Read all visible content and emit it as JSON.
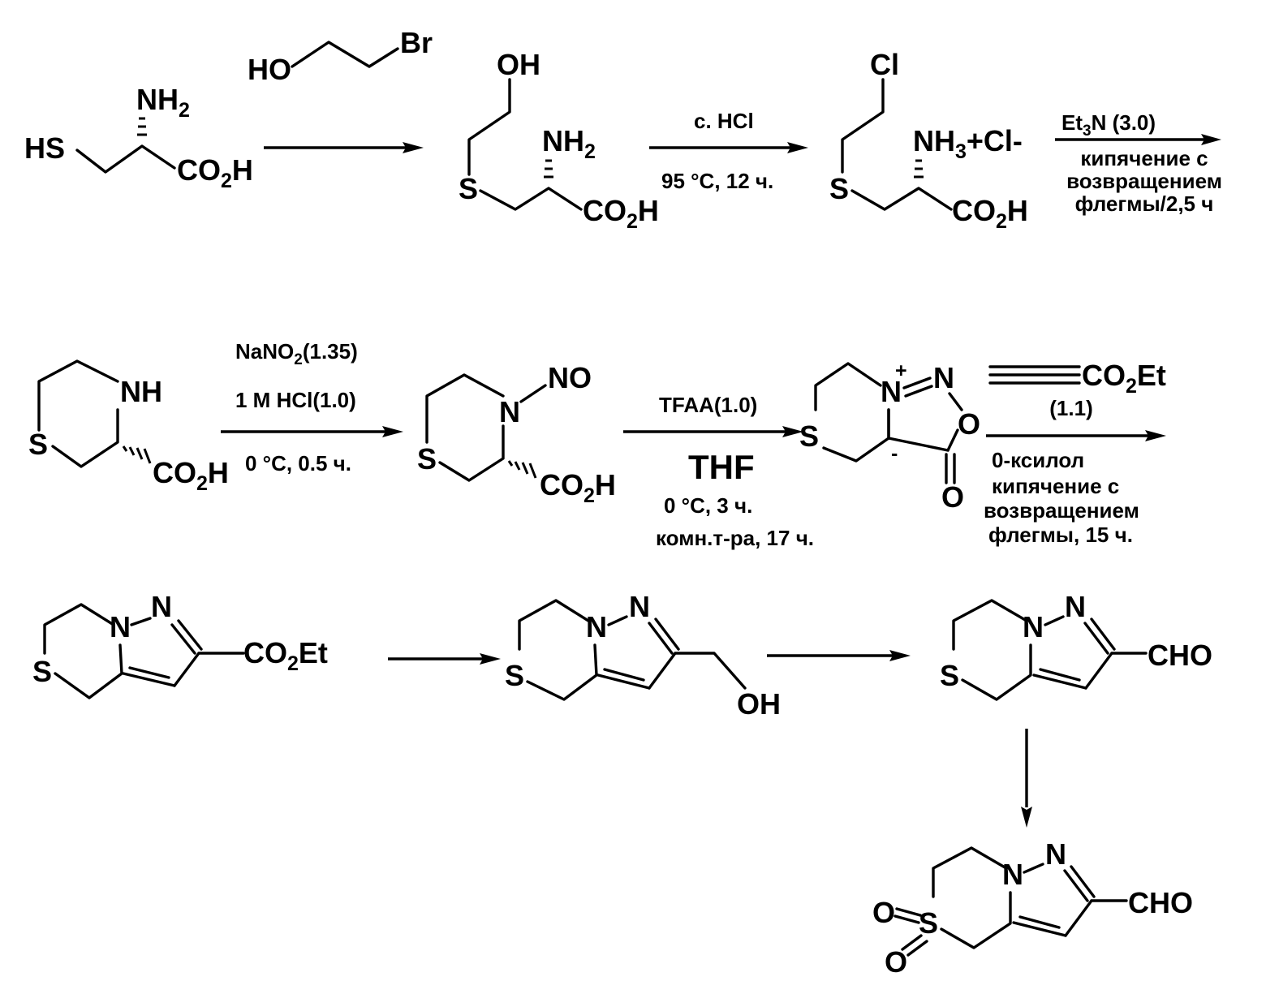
{
  "colors": {
    "ink": "#000000",
    "background": "#ffffff"
  },
  "steps": {
    "s1": {
      "reagent": {
        "ho": "HO",
        "br": "Br"
      }
    },
    "s2": {
      "above": "c. HCl",
      "below": "95 °C, 12 ч."
    },
    "s3": {
      "above_a": "Et",
      "above_sub": "3",
      "above_b": "N (3.0)",
      "below": [
        "кипячение с",
        "возвращением",
        "флегмы/2,5 ч"
      ]
    },
    "s4": {
      "above1_a": "NaNO",
      "above1_sub": "2",
      "above1_b": "(1.35)",
      "above2": "1 M HCl(1.0)",
      "below": "0 °C, 0.5 ч."
    },
    "s5": {
      "above": "TFAA(1.0)",
      "solvent": "THF",
      "below": [
        "0 °C, 3 ч.",
        "комн.т-ра, 17 ч."
      ]
    },
    "s6": {
      "reagent_a": "CO",
      "reagent_sub": "2",
      "reagent_b": "Et",
      "equiv": "(1.1)",
      "below": [
        "0-ксилол",
        "кипячение с",
        "возвращением",
        "флегмы, 15 ч."
      ]
    }
  },
  "atoms": {
    "HS": "HS",
    "S": "S",
    "NH": "NH",
    "N": "N",
    "O": "O",
    "OH": "OH",
    "Cl": "Cl",
    "NH_a": "NH",
    "NH_sub2": "2",
    "NH_sub3": "3",
    "plusCl": "+Cl-",
    "CO": "CO",
    "H": "H",
    "Et": "Et",
    "CHO": "CHO",
    "NO": "NO",
    "plus": "+",
    "minus": "-"
  }
}
